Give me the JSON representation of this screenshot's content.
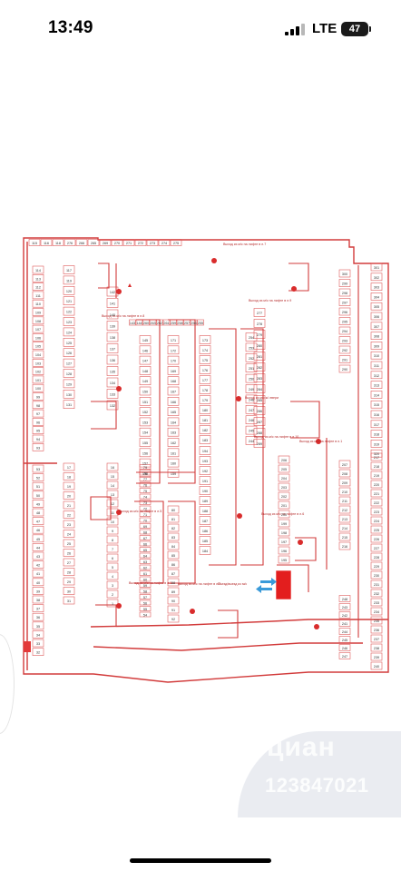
{
  "status_bar": {
    "time": "13:49",
    "network": "LTE",
    "battery": "47"
  },
  "plan": {
    "labels": {
      "exit_7": "Выход из м/с на лифте в л.7",
      "exit_8": "Выход из м/с на лифте в л.8",
      "exit_9": "Выход из м/с на лифте в л.9",
      "exit_stairs": "Выход из м/с ж/ лвери",
      "exit_10": "Выход из м/с на лифте в л.10",
      "exit_1": "Выход из м/с на лифте в л.1",
      "exit_5": "Выход из м/с на лифте в л.5",
      "exit_6": "Выход из м/с на лифте в л.6",
      "exit_3": "Выход из м/с на лифте в л.3",
      "exit_2": "Выход из м/с на лифте в л.2",
      "entry_exit": "Въезд/выезд из м/с"
    },
    "spots": {
      "top_row": [
        "115",
        "116",
        "118",
        "276",
        "266",
        "265",
        "269",
        "270",
        "271",
        "272",
        "273",
        "274",
        "275"
      ],
      "row_260": [
        "143",
        "144",
        "260",
        "263",
        "262",
        "261",
        "259",
        "258",
        "257",
        "256",
        "255"
      ],
      "left_col": [
        "114",
        "113",
        "112",
        "111",
        "110",
        "109",
        "108",
        "107",
        "106",
        "105",
        "104",
        "103",
        "102",
        "101",
        "100",
        "99",
        "98",
        "97",
        "96",
        "95",
        "94",
        "93"
      ],
      "left_lower": [
        "53",
        "52",
        "51",
        "50",
        "49",
        "48",
        "47",
        "46",
        "45",
        "44",
        "43",
        "42",
        "41",
        "40",
        "39",
        "38",
        "37",
        "36",
        "35",
        "34",
        "33",
        "32"
      ],
      "col_120": [
        "117",
        "119",
        "120",
        "121",
        "122",
        "123",
        "124",
        "125",
        "126",
        "127",
        "128",
        "129",
        "130",
        "131"
      ],
      "col_138": [
        "142",
        "141",
        "140",
        "139",
        "138",
        "137",
        "136",
        "135",
        "134",
        "133",
        "132"
      ],
      "col_145": [
        "145",
        "146",
        "147",
        "148",
        "149",
        "150",
        "151",
        "152",
        "153",
        "154",
        "155",
        "156",
        "157",
        "158"
      ],
      "col_171": [
        "171",
        "172",
        "170",
        "169",
        "168",
        "167",
        "166",
        "165",
        "164",
        "163",
        "162",
        "161",
        "160",
        "159"
      ],
      "col_173": [
        "173",
        "174",
        "175",
        "176",
        "177",
        "178",
        "179",
        "180",
        "181",
        "182",
        "183"
      ],
      "col_254": [
        "254",
        "253",
        "252",
        "251",
        "250",
        "249",
        "248",
        "247",
        "246",
        "245",
        "244"
      ],
      "col_277": [
        "277",
        "278",
        "279",
        "280",
        "281",
        "282",
        "283",
        "284",
        "285",
        "286",
        "287",
        "288",
        "289"
      ],
      "col_300": [
        "300",
        "299",
        "298",
        "297",
        "296",
        "295",
        "294",
        "293",
        "292",
        "291",
        "290"
      ],
      "col_301": [
        "301",
        "302",
        "303",
        "304",
        "305",
        "306",
        "307",
        "308",
        "309",
        "310",
        "311",
        "312",
        "313",
        "314",
        "315",
        "316",
        "317",
        "318",
        "319",
        "320"
      ],
      "col_221": [
        "217",
        "218",
        "219",
        "220",
        "221",
        "222",
        "223",
        "224",
        "225",
        "226",
        "227",
        "228",
        "229",
        "230",
        "231",
        "232",
        "233",
        "234",
        "235",
        "236",
        "237",
        "238",
        "239",
        "240"
      ],
      "col_213": [
        "207",
        "208",
        "209",
        "210",
        "211",
        "212",
        "213",
        "214",
        "215",
        "216"
      ],
      "col_201": [
        "206",
        "205",
        "204",
        "203",
        "202",
        "201",
        "200",
        "199",
        "198",
        "197",
        "196",
        "195"
      ],
      "col_194": [
        "194",
        "193",
        "192",
        "191",
        "190",
        "189",
        "188",
        "187",
        "186",
        "185",
        "184"
      ],
      "mid_lower": [
        "79",
        "78",
        "77",
        "76",
        "75",
        "74",
        "73",
        "72",
        "71",
        "70",
        "69",
        "68",
        "67",
        "66",
        "65",
        "64",
        "63",
        "62",
        "61",
        "60",
        "59",
        "58",
        "57",
        "56",
        "55",
        "54"
      ],
      "mid_lower2": [
        "80",
        "81",
        "82",
        "83",
        "84",
        "85",
        "86",
        "87",
        "88",
        "89",
        "90",
        "91",
        "92"
      ],
      "left_mid": [
        "17",
        "18",
        "19",
        "20",
        "21",
        "22",
        "23",
        "24",
        "25",
        "26",
        "27",
        "28",
        "29",
        "30",
        "31"
      ],
      "left_mid2": [
        "16",
        "15",
        "14",
        "13",
        "12",
        "11",
        "10",
        "9",
        "8",
        "7",
        "6",
        "5",
        "4",
        "3",
        "2",
        "1"
      ],
      "bottom_right": [
        "248",
        "243",
        "242",
        "241",
        "244",
        "245",
        "246",
        "247"
      ]
    }
  },
  "watermark": {
    "logo": "циан",
    "id": "123847021"
  }
}
